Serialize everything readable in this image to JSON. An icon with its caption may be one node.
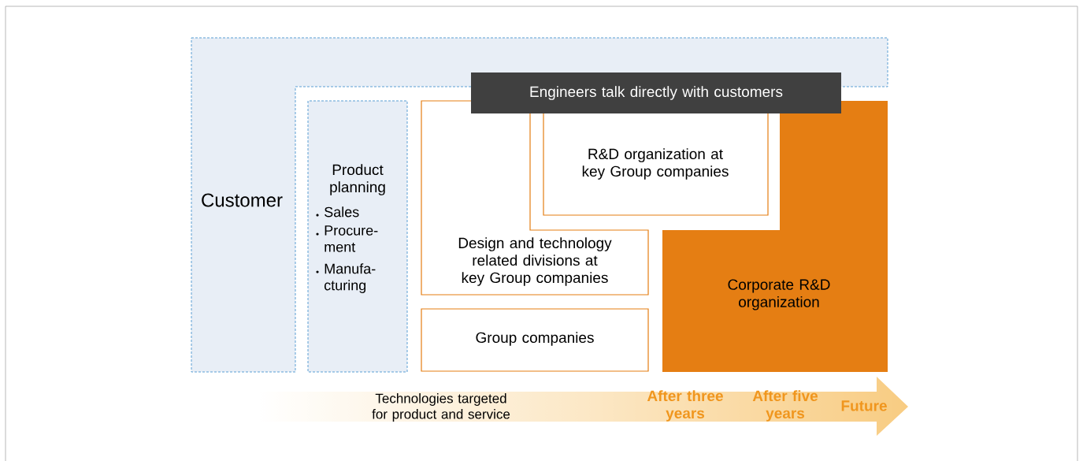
{
  "diagram": {
    "nodes": [
      {
        "text": [
          "Customer"
        ]
      },
      {
        "text": [
          "Product planning",
          "Sales",
          "Procure-ment",
          "Manufa-cturing"
        ]
      },
      {
        "text": [
          "Design and technology related divisions at key Group companies"
        ]
      },
      {
        "text": [
          "R&D organization at key Group companies"
        ]
      },
      {
        "text": [
          "Group companies"
        ]
      },
      {
        "text": [
          "Corporate R&D organization"
        ]
      },
      {
        "text": [
          "Engineers talk directly with customers"
        ]
      }
    ],
    "labels": [
      "Technologies targeted for product and service",
      "After three years",
      "After five years",
      "Future"
    ]
  }
}
